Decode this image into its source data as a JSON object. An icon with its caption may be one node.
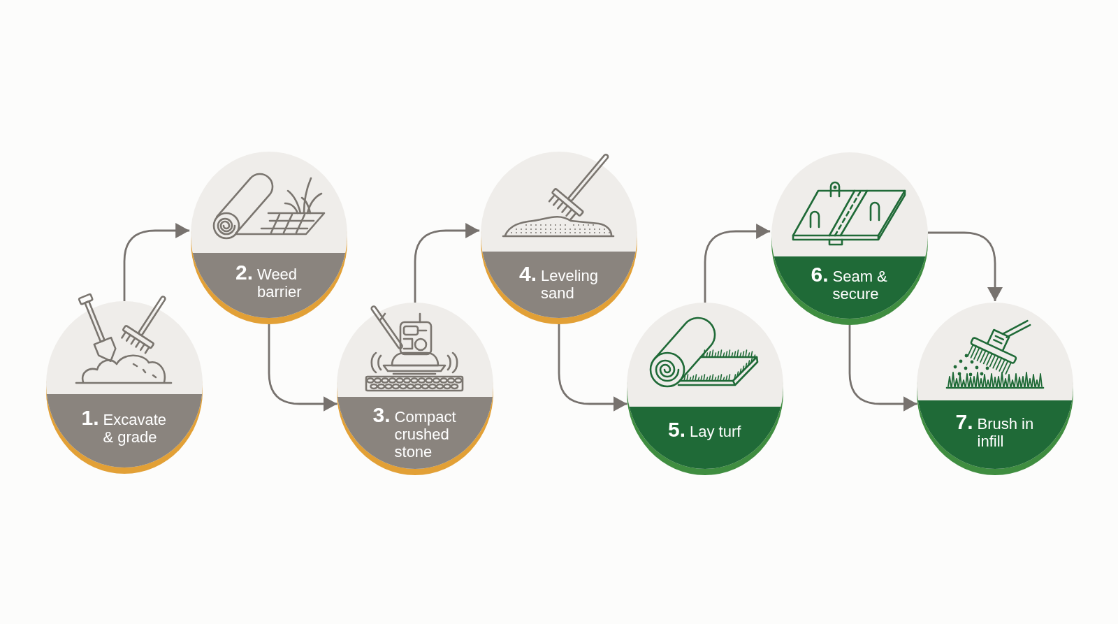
{
  "diagram": {
    "nodes": [
      {
        "text": [
          "1.",
          "Excavate & grade"
        ]
      },
      {
        "text": [
          "2.",
          "Weed barrier"
        ]
      },
      {
        "text": [
          "3.",
          "Compact crushed stone"
        ]
      },
      {
        "text": [
          "4.",
          "Leveling sand"
        ]
      },
      {
        "text": [
          "5.",
          "Lay turf"
        ]
      },
      {
        "text": [
          "6.",
          "Seam & secure"
        ]
      },
      {
        "text": [
          "7.",
          "Brush in infill"
        ]
      }
    ],
    "edges": [
      {
        "from": 0,
        "to": 1,
        "arrow": "to"
      },
      {
        "from": 1,
        "to": 2,
        "arrow": "to"
      },
      {
        "from": 2,
        "to": 3,
        "arrow": "to"
      },
      {
        "from": 3,
        "to": 4,
        "arrow": "to"
      },
      {
        "from": 4,
        "to": 5,
        "arrow": "to"
      },
      {
        "from": 5,
        "to": 6,
        "arrow": "to"
      },
      {
        "from": 5,
        "to": 6,
        "arrow": "to"
      }
    ]
  }
}
